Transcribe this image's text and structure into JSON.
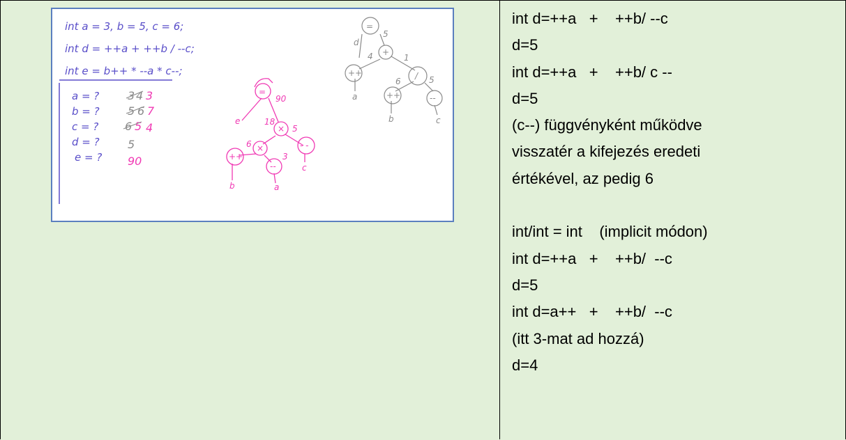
{
  "whiteboard": {
    "code": {
      "line1": "int a = 3, b = 5, c = 6;",
      "line2": "int d =  ++a  +  ++b / --c;",
      "line3": "int e =   b++  *  --a  *  c--;"
    },
    "questions": {
      "a": "a = ?",
      "b": "b = ?",
      "c": "c = ?",
      "d": "d = ?",
      "e": "e = ?"
    },
    "answers": {
      "a_old": "3",
      "a_mid": "4",
      "a_new": "3",
      "b_old": "5",
      "b_mid": "6",
      "b_new": "7",
      "c_old": "6",
      "c_mid": "5",
      "c_new": "4",
      "d": "5",
      "e": "90"
    },
    "tree_pink": {
      "root": "=",
      "root_val": "90",
      "left": "e",
      "mul1": "×",
      "mul1_val": "18",
      "right_val": "5",
      "mul2": "×",
      "mul2_left_val": "6",
      "mul2_right_val": "3",
      "inc": "++",
      "inc_var": "b",
      "dec1": "--",
      "dec1_var": "a",
      "dec2": "- -",
      "dec2_var": "c"
    },
    "tree_gray": {
      "root": "=",
      "left": "d",
      "right_val": "5",
      "plus": "+",
      "plus_left_val": "4",
      "plus_right_val": "1",
      "inc": "++",
      "inc_var": "a",
      "div": "/",
      "div_left_val": "6",
      "div_right_val": "5",
      "inc2": "++",
      "inc2_var": "b",
      "dec": "--",
      "dec_var": "c"
    },
    "colors": {
      "gray": "#8a8a8a",
      "pink": "#f03ab4",
      "ink": "#5a4fc9",
      "frame": "#5b7fbf"
    }
  },
  "notes": [
    "int d=++a   +    ++b/ --c",
    "d=5",
    "int d=++a   +    ++b/ c --",
    "d=5",
    "(c--) függvényként működve",
    "visszatér a kifejezés eredeti",
    "értékével, az pedig 6",
    "",
    "int/int = int    (implicit módon)",
    "int d=++a   +    ++b/  --c",
    "d=5",
    "int d=a++   +    ++b/  --c",
    "(itt 3-mat ad hozzá)",
    "d=4"
  ],
  "table_bg": "#e2f0d9"
}
